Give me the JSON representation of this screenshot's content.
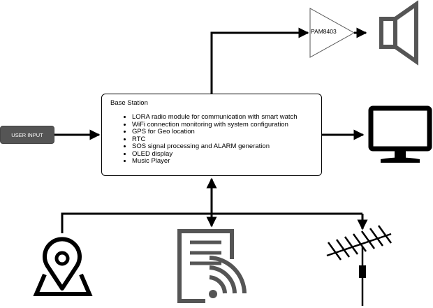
{
  "user_input": {
    "label": "USER INPUT"
  },
  "base_station": {
    "title": "Base Station",
    "features": [
      "LORA radio module for communication with smart watch",
      "WiFi connection monitoring with system configuration",
      "GPS for Geo location",
      "RTC",
      "SOS signal processing and ALARM generation",
      "OLED display",
      "Music Player"
    ]
  },
  "amplifier": {
    "label": "PAM8403"
  },
  "icons": [
    "speaker-icon",
    "monitor-icon",
    "location-pin-icon",
    "document-wireless-icon",
    "antenna-icon"
  ],
  "colors": {
    "line": "#000000",
    "icon_gray": "#555555",
    "button_bg": "#555555",
    "button_text": "#ffffff"
  }
}
